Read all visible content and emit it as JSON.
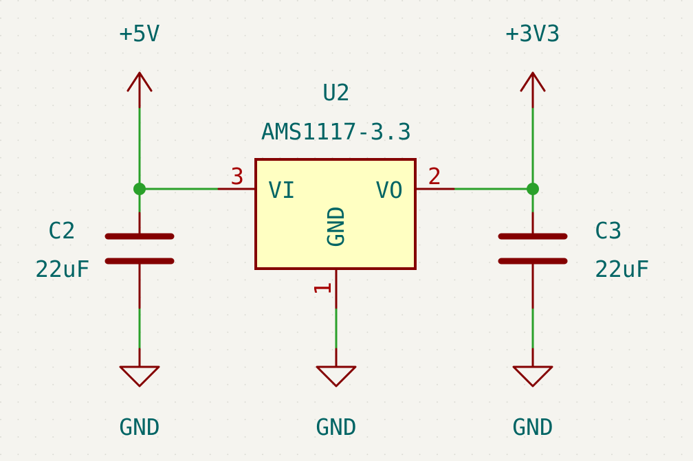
{
  "colors": {
    "background": "#f5f4ef",
    "grid": "#d4d4cc",
    "wire": "#2aa02a",
    "symbol": "#840000",
    "body_fill": "#ffffc2",
    "label": "#006464",
    "pin_number": "#a50000",
    "junction": "#2aa02a"
  },
  "power": {
    "vin_label": "+5V",
    "vout_label": "+3V3",
    "gnd_left": "GND",
    "gnd_mid": "GND",
    "gnd_right": "GND"
  },
  "regulator": {
    "ref": "U2",
    "value": "AMS1117-3.3",
    "pin_in": {
      "name": "VI",
      "number": "3"
    },
    "pin_out": {
      "name": "VO",
      "number": "2"
    },
    "pin_gnd": {
      "name": "GND",
      "number": "1"
    }
  },
  "cap_in": {
    "ref": "C2",
    "value": "22uF"
  },
  "cap_out": {
    "ref": "C3",
    "value": "22uF"
  }
}
